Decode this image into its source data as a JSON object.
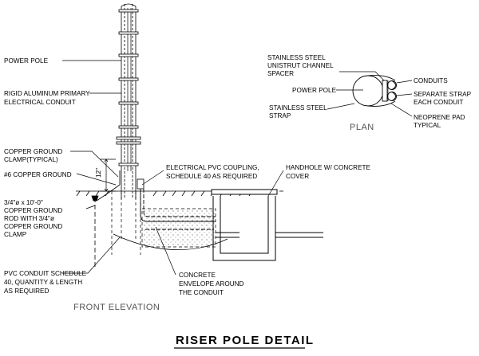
{
  "title": "RISER POLE DETAIL",
  "views": {
    "front": "FRONT ELEVATION",
    "plan": "PLAN"
  },
  "dimension": "12\"",
  "labels": {
    "power_pole": "POWER POLE",
    "rigid_1": "RIGID ALUMINUM PRIMARY",
    "rigid_2": "ELECTRICAL CONDUIT",
    "ground_clamp_1": "COPPER GROUND",
    "ground_clamp_2": "CLAMP(TYPICAL)",
    "copper_ground": "#6 COPPER GROUND",
    "rod_1": "3/4\"ø x 10'-0\"",
    "rod_2": "COPPER GROUND",
    "rod_3": "ROD WITH 3/4\"ø",
    "rod_4": "COPPER GROUND",
    "rod_5": "CLAMP",
    "pvc_1": "PVC CONDUIT SCHEDULE",
    "pvc_2": "40, QUANTITY & LENGTH",
    "pvc_3": "AS REQUIRED",
    "coupling_1": "ELECTRICAL PVC COUPLING,",
    "coupling_2": "SCHEDULE 40 AS REQUIRED",
    "handhole_1": "HANDHOLE W/ CONCRETE",
    "handhole_2": "COVER",
    "concrete_1": "CONCRETE",
    "concrete_2": "ENVELOPE AROUND",
    "concrete_3": "THE CONDUIT",
    "plan_spacer_1": "STAINLESS STEEL",
    "plan_spacer_2": "UNISTRUT CHANNEL",
    "plan_spacer_3": "SPACER",
    "plan_pole": "POWER POLE",
    "plan_strap_1": "STAINLESS STEEL",
    "plan_strap_2": "STRAP",
    "plan_conduits": "CONDUITS",
    "plan_sep_1": "SEPARATE STRAP",
    "plan_sep_2": "EACH CONDUIT",
    "plan_neo_1": "NEOPRENE PAD",
    "plan_neo_2": "TYPICAL"
  },
  "colors": {
    "line": "#000000",
    "muted": "#555555"
  }
}
